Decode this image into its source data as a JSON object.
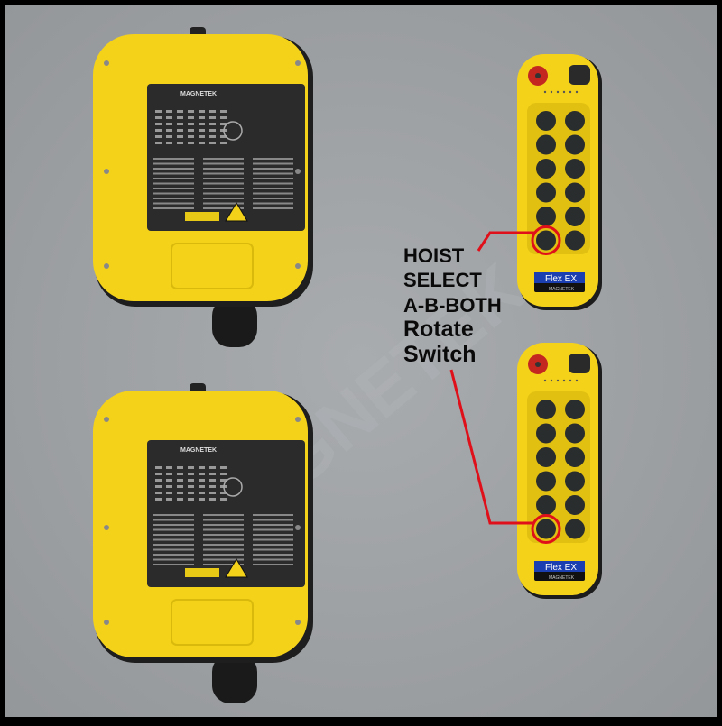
{
  "annotation": {
    "lines": [
      "HOIST",
      "SELECT",
      "A-B-BOTH",
      "Rotate",
      "Switch"
    ],
    "highlight_color": "#e0101a"
  },
  "receiver": {
    "brand": "MAGNETEK",
    "count": 2
  },
  "transmitter": {
    "model": "Flex EX",
    "brand": "MAGNETEK",
    "count": 2,
    "button_rows": 6,
    "button_cols": 2
  },
  "watermark": "MAGNETEK WIRELESS",
  "colors": {
    "body": "#f4d21a",
    "background": "#a0a3a6",
    "label": "#1b3fb0"
  }
}
